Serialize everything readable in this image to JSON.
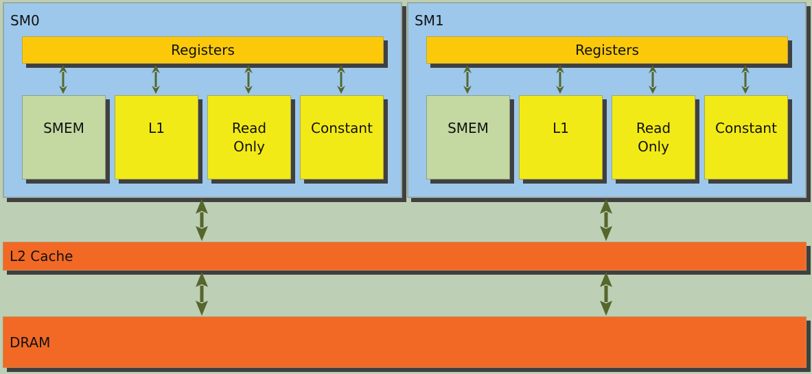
{
  "diagram": {
    "title": "GPU memory hierarchy",
    "colors": {
      "background": "#BDCFB5",
      "sm_fill": "#9DC8EB",
      "registers_fill": "#FBC90A",
      "smem_fill": "#C4D8A1",
      "cache_fill": "#F2EA17",
      "l2_dram_fill": "#F26925",
      "arrow": "#56662C",
      "shadow": "#404040"
    },
    "sms": [
      {
        "label": "SM0",
        "registers": "Registers",
        "units": [
          {
            "label": "SMEM",
            "kind": "smem"
          },
          {
            "label": "L1",
            "kind": "cache"
          },
          {
            "label": "Read Only",
            "kind": "cache"
          },
          {
            "label": "Constant",
            "kind": "cache"
          }
        ]
      },
      {
        "label": "SM1",
        "registers": "Registers",
        "units": [
          {
            "label": "SMEM",
            "kind": "smem"
          },
          {
            "label": "L1",
            "kind": "cache"
          },
          {
            "label": "Read Only",
            "kind": "cache"
          },
          {
            "label": "Constant",
            "kind": "cache"
          }
        ]
      }
    ],
    "l2": "L2 Cache",
    "dram": "DRAM",
    "connections": [
      {
        "from": "Registers",
        "to": "SMEM",
        "direction": "bidirectional"
      },
      {
        "from": "Registers",
        "to": "L1",
        "direction": "bidirectional"
      },
      {
        "from": "Registers",
        "to": "Read Only",
        "direction": "bidirectional"
      },
      {
        "from": "Registers",
        "to": "Constant",
        "direction": "bidirectional"
      },
      {
        "from": "SM0",
        "to": "L2 Cache",
        "direction": "bidirectional"
      },
      {
        "from": "SM1",
        "to": "L2 Cache",
        "direction": "bidirectional"
      },
      {
        "from": "L2 Cache",
        "to": "DRAM",
        "direction": "bidirectional"
      }
    ]
  }
}
